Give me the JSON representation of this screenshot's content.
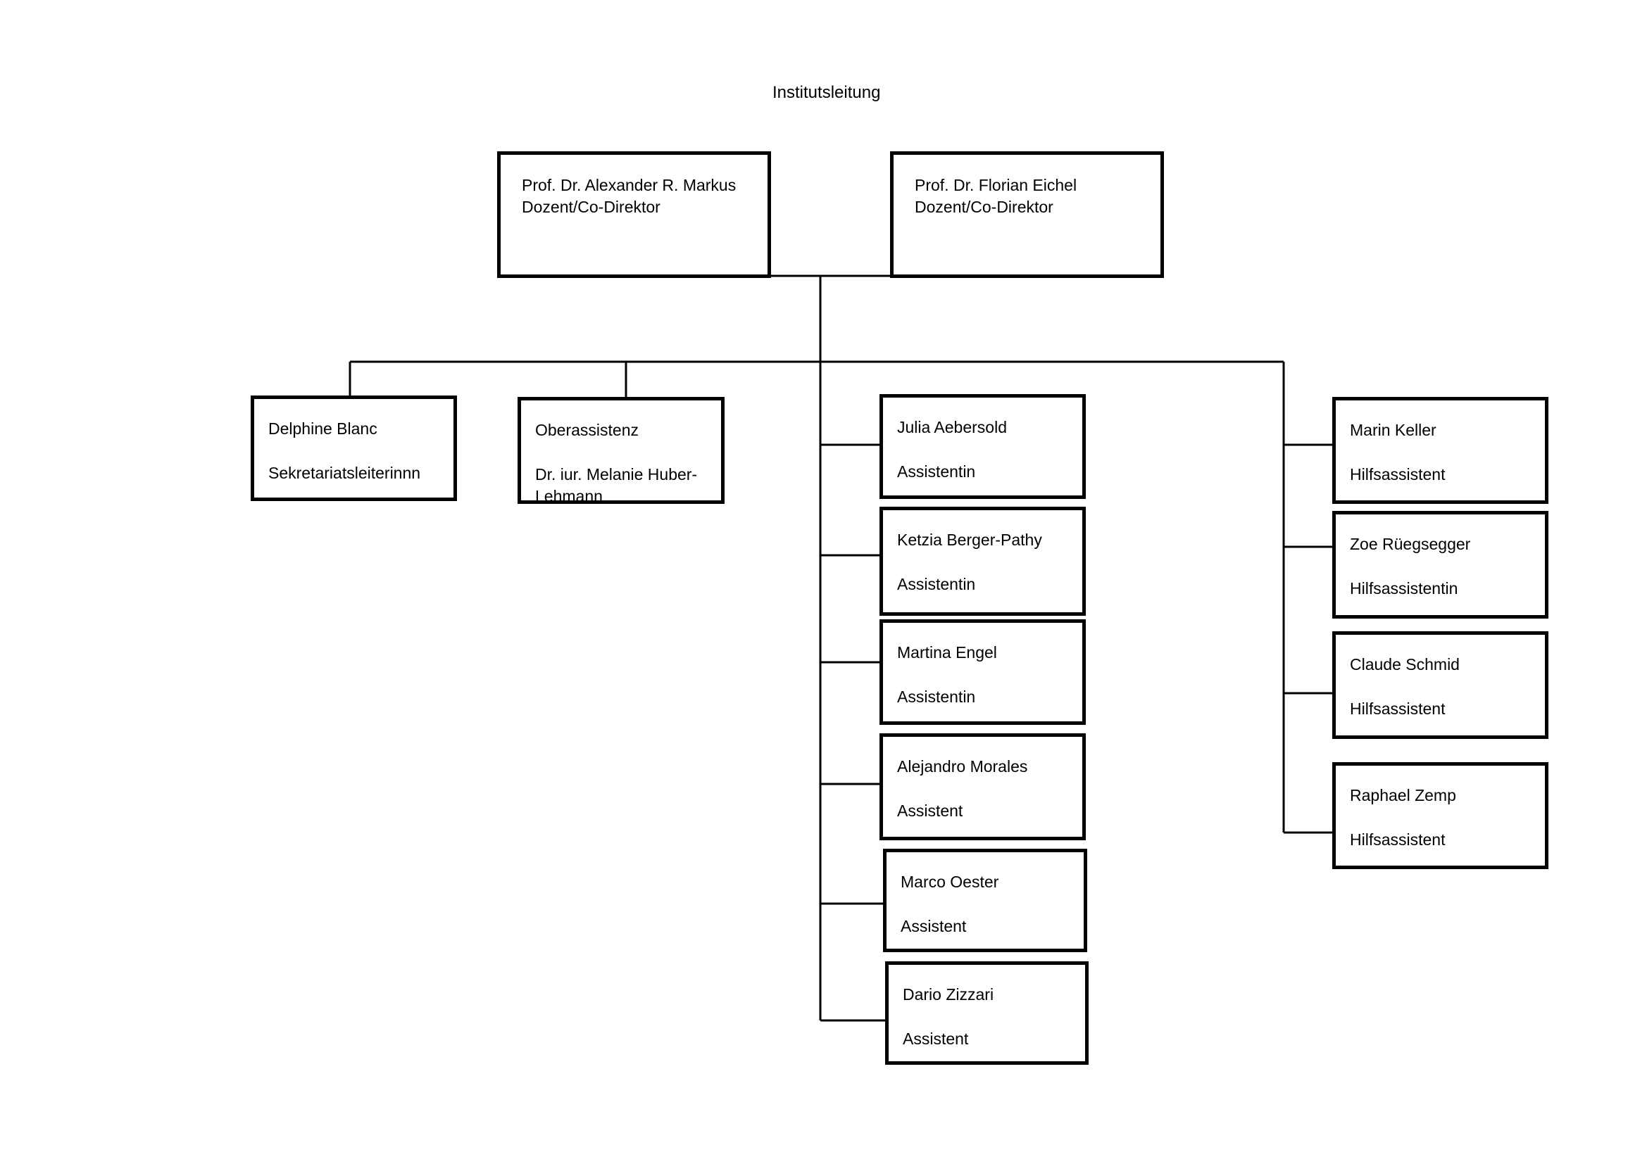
{
  "title": "Institutsleitung",
  "leadership": [
    {
      "name": "Prof. Dr. Alexander R. Markus",
      "role": "Dozent/Co-Direktor"
    },
    {
      "name": "Prof. Dr. Florian Eichel",
      "role": "Dozent/Co-Direktor"
    }
  ],
  "staff": [
    {
      "name": "Delphine Blanc",
      "role": "Sekretariatsleiterinnn"
    },
    {
      "name": "Oberassistenz",
      "role": "Dr. iur. Melanie Huber-Lehmann"
    }
  ],
  "assistants": [
    {
      "name": "Julia Aebersold",
      "role": "Assistentin"
    },
    {
      "name": "Ketzia Berger-Pathy",
      "role": "Assistentin"
    },
    {
      "name": "Martina Engel",
      "role": "Assistentin"
    },
    {
      "name": "Alejandro Morales",
      "role": "Assistent"
    },
    {
      "name": "Marco Oester",
      "role": "Assistent"
    },
    {
      "name": "Dario Zizzari",
      "role": "Assistent"
    }
  ],
  "helpers": [
    {
      "name": "Marin Keller",
      "role": "Hilfsassistent"
    },
    {
      "name": "Zoe Rüegsegger",
      "role": "Hilfsassistentin"
    },
    {
      "name": "Claude Schmid",
      "role": "Hilfsassistent"
    },
    {
      "name": "Raphael Zemp",
      "role": "Hilfsassistent"
    }
  ]
}
